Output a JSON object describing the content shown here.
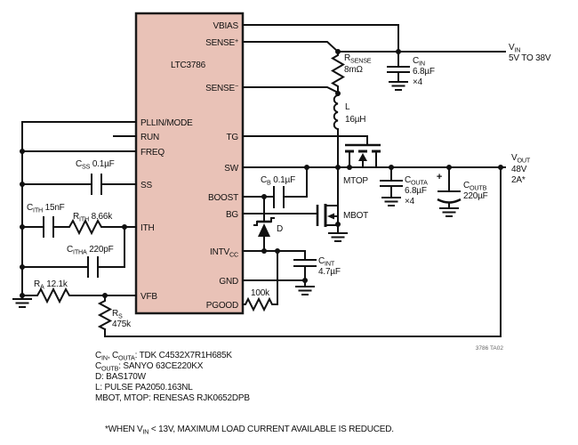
{
  "ic": {
    "name": "LTC3786",
    "pins_left": [
      "PLLIN/MODE",
      "RUN",
      "FREQ",
      "SS",
      "ITH",
      "VFB"
    ],
    "pins_right": [
      [
        {
          "t": "VBIAS"
        }
      ],
      [
        {
          "t": "SENSE"
        },
        {
          "u": "+"
        }
      ],
      [
        {
          "t": "SENSE"
        },
        {
          "u": "−"
        }
      ],
      [
        {
          "t": "TG"
        }
      ],
      [
        {
          "t": "SW"
        }
      ],
      [
        {
          "t": "BOOST"
        }
      ],
      [
        {
          "t": "BG"
        }
      ],
      [
        {
          "t": "INTV"
        },
        {
          "s": "CC"
        }
      ],
      [
        {
          "t": "GND"
        }
      ],
      [
        {
          "t": "PGOOD"
        }
      ]
    ]
  },
  "components": {
    "rsense_ref": [
      {
        "t": "R"
      },
      {
        "s": "SENSE"
      }
    ],
    "rsense_val": "8mΩ",
    "inductor_ref": "L",
    "inductor_val": "16µH",
    "cin_ref": [
      {
        "t": "C"
      },
      {
        "s": "IN"
      }
    ],
    "cin_val": "6.8µF",
    "cin_qty": "×4",
    "cb_label": [
      {
        "t": "C"
      },
      {
        "s": "B"
      },
      {
        "t": " 0.1µF"
      }
    ],
    "css_label": [
      {
        "t": "C"
      },
      {
        "s": "SS"
      },
      {
        "t": " 0.1µF"
      }
    ],
    "cith_label": [
      {
        "t": "C"
      },
      {
        "s": "ITH"
      },
      {
        "t": " 15nF"
      }
    ],
    "rith_label": [
      {
        "t": "R"
      },
      {
        "s": "ITH"
      },
      {
        "t": " 8.66k"
      }
    ],
    "citha_label": [
      {
        "t": "C"
      },
      {
        "s": "ITHA"
      },
      {
        "t": " 220pF"
      }
    ],
    "ra_label": [
      {
        "t": "R"
      },
      {
        "s": "A"
      },
      {
        "t": " 12.1k"
      }
    ],
    "rs_ref": [
      {
        "t": "R"
      },
      {
        "s": "S"
      }
    ],
    "rs_val": "475k",
    "rpgood_val": "100k",
    "diode_ref": "D",
    "mtop_ref": "MTOP",
    "mbot_ref": "MBOT",
    "cint_ref": [
      {
        "t": "C"
      },
      {
        "s": "INT"
      }
    ],
    "cint_val": "4.7µF",
    "couta_ref": [
      {
        "t": "C"
      },
      {
        "s": "OUTA"
      }
    ],
    "couta_val": "6.8µF",
    "couta_qty": "×4",
    "coutb_plus": "+",
    "coutb_ref": [
      {
        "t": "C"
      },
      {
        "s": "OUTB"
      }
    ],
    "coutb_val": "220µF"
  },
  "ports": {
    "vin_name": [
      {
        "t": "V"
      },
      {
        "s": "IN"
      }
    ],
    "vin_range": "5V TO 38V",
    "vout_name": [
      {
        "t": "V"
      },
      {
        "s": "OUT"
      }
    ],
    "vout_voltage": "48V",
    "vout_current": "2A*"
  },
  "notes": {
    "bom": [
      [
        {
          "t": "C"
        },
        {
          "s": "IN"
        },
        {
          "t": ", C"
        },
        {
          "s": "OUTA"
        },
        {
          "t": ": TDK C4532X7R1H685K"
        }
      ],
      [
        {
          "t": "C"
        },
        {
          "s": "OUTB"
        },
        {
          "t": ": SANYO 63CE220KX"
        }
      ],
      [
        {
          "t": "D: BAS170W"
        }
      ],
      [
        {
          "t": "L: PULSE PA2050.163NL"
        }
      ],
      [
        {
          "t": "MBOT, MTOP: RENESAS RJK0652DPB"
        }
      ]
    ],
    "footnote": [
      {
        "t": "*WHEN V"
      },
      {
        "s": "IN"
      },
      {
        "t": " < 13V, MAXIMUM LOAD CURRENT AVAILABLE IS REDUCED."
      }
    ]
  },
  "fig_id": "3786 TA02",
  "colors": {
    "ic_fill": "#e9c2b7",
    "ic_border": "#1a1a1a",
    "wire": "#111111",
    "text": "#111111"
  }
}
